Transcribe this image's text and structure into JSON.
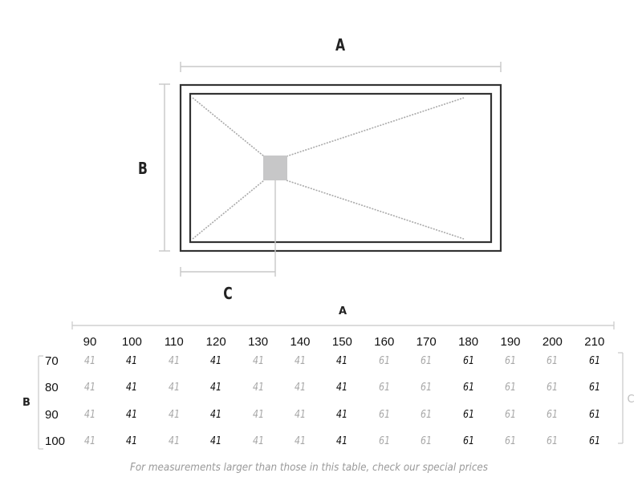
{
  "diagram": {
    "label_a": "A",
    "label_b": "B",
    "label_c": "C",
    "drain_color": "#c7c7c8"
  },
  "table": {
    "label_a": "A",
    "label_b": "B",
    "label_c": "C",
    "columns": [
      "90",
      "100",
      "110",
      "120",
      "130",
      "140",
      "150",
      "160",
      "170",
      "180",
      "190",
      "200",
      "210"
    ],
    "rows": [
      {
        "label": "70",
        "values": [
          "41",
          "41",
          "41",
          "41",
          "41",
          "41",
          "41",
          "61",
          "61",
          "61",
          "61",
          "61",
          "61"
        ]
      },
      {
        "label": "80",
        "values": [
          "41",
          "41",
          "41",
          "41",
          "41",
          "41",
          "41",
          "61",
          "61",
          "61",
          "61",
          "61",
          "61"
        ]
      },
      {
        "label": "90",
        "values": [
          "41",
          "41",
          "41",
          "41",
          "41",
          "41",
          "41",
          "61",
          "61",
          "61",
          "61",
          "61",
          "61"
        ]
      },
      {
        "label": "100",
        "values": [
          "41",
          "41",
          "41",
          "41",
          "41",
          "41",
          "41",
          "61",
          "61",
          "61",
          "61",
          "61",
          "61"
        ]
      }
    ],
    "emphasized_columns": [
      "100",
      "120",
      "150",
      "180",
      "210"
    ],
    "footnote": "For measurements larger than those in this table, check our special prices"
  }
}
